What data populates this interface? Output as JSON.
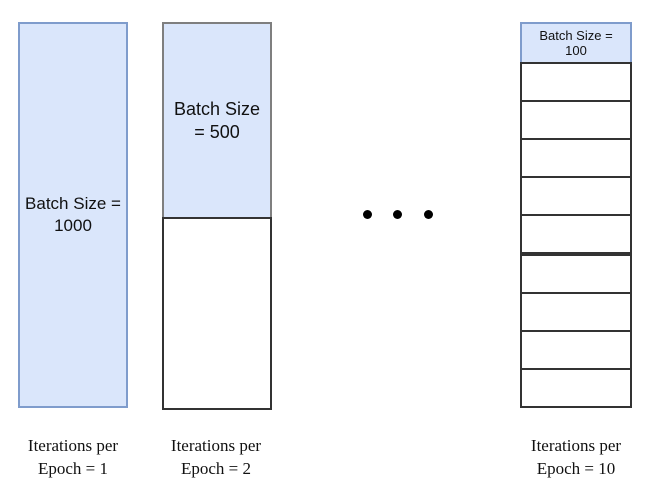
{
  "columns": [
    {
      "block_label": "Batch Size = 1000",
      "caption_line1": "Iterations per",
      "caption_line2": "Epoch = 1"
    },
    {
      "block_label_line1": "Batch Size",
      "block_label_line2": "= 500",
      "caption_line1": "Iterations per",
      "caption_line2": "Epoch = 2"
    },
    {
      "block_label_line1": "Batch Size =",
      "block_label_line2": "100",
      "caption_line1": "Iterations per",
      "caption_line2": "Epoch = 10"
    }
  ],
  "colors": {
    "batch_fill": "#dae6fb",
    "batch_border": "#7f9ccc",
    "cell_border": "#333333"
  }
}
